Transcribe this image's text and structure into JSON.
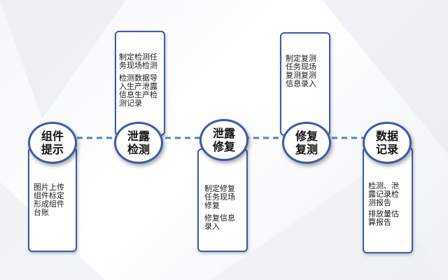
{
  "steps": [
    {
      "title": "组件\n提示",
      "lines": [
        "图片上传\n组件标定\n形成组件\n台账"
      ]
    },
    {
      "title": "泄露\n检测",
      "lines": [
        "制定检测任\n务现场检测",
        "检测数据导\n入生产泄露\n信息生产检\n测记录"
      ]
    },
    {
      "title": "泄露\n修复",
      "lines": [
        "制定修复\n任务现场\n修复",
        "修复信息\n录入"
      ]
    },
    {
      "title": "修复\n复测",
      "lines": [
        "制定复测\n任务现场\n复测复测\n信息录入"
      ]
    },
    {
      "title": "数据\n记录",
      "lines": [
        "检测、泄\n露记录检\n测报告",
        "排放量估\n算报告"
      ]
    }
  ],
  "colors": {
    "border": "#3e5aa8",
    "connector": "#5b7fc4"
  }
}
